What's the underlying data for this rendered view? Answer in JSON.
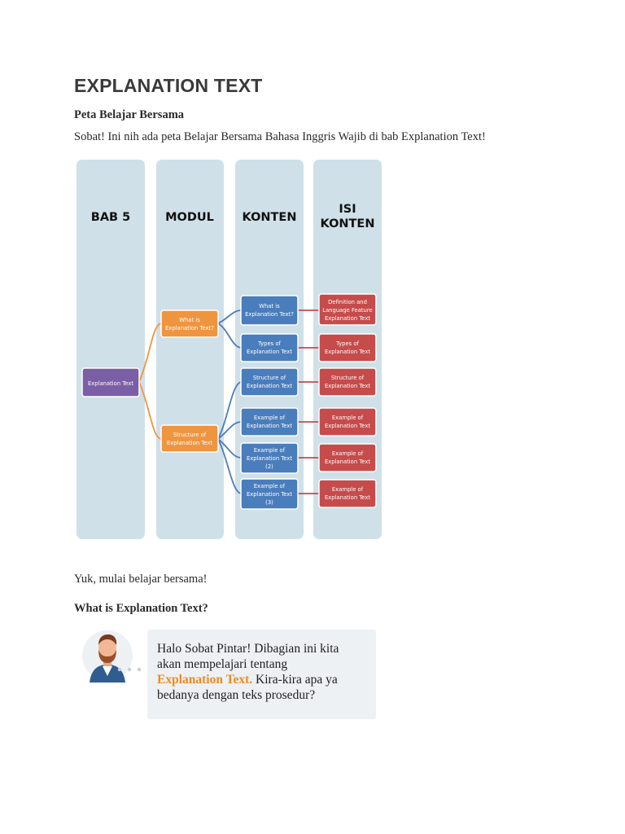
{
  "title": "EXPLANATION TEXT",
  "section1": {
    "heading": "Peta Belajar Bersama",
    "intro": "Sobat! Ini nih ada peta Belajar Bersama Bahasa Inggris Wajib di bab Explanation Text!"
  },
  "map": {
    "columns": [
      {
        "title": "BAB 5"
      },
      {
        "title": "MODUL"
      },
      {
        "title": "KONTEN"
      },
      {
        "title_line1": "ISI",
        "title_line2": "KONTEN"
      }
    ],
    "bab": {
      "label": "Explanation Text"
    },
    "modul": [
      {
        "line1": "What is",
        "line2": "Explanation Text?"
      },
      {
        "line1": "Structure of",
        "line2": "Explanation Text"
      }
    ],
    "konten": [
      {
        "line1": "What is",
        "line2": "Explanation Text?",
        "line3": ""
      },
      {
        "line1": "Types of",
        "line2": "Explanation Text",
        "line3": ""
      },
      {
        "line1": "Structure of",
        "line2": "Explanation Text",
        "line3": ""
      },
      {
        "line1": "Example of",
        "line2": "Explanation Text",
        "line3": ""
      },
      {
        "line1": "Example of",
        "line2": "Explanation Text",
        "line3": "(2)"
      },
      {
        "line1": "Example of",
        "line2": "Explanation Text",
        "line3": "(3)"
      }
    ],
    "isi": [
      {
        "line1": "Definition and",
        "line2": "Language Feature",
        "line3": "Explanation Text"
      },
      {
        "line1": "Types of",
        "line2": "Explanation Text",
        "line3": ""
      },
      {
        "line1": "Structure of",
        "line2": "Explanation Text",
        "line3": ""
      },
      {
        "line1": "Example of",
        "line2": "Explanation Text",
        "line3": ""
      },
      {
        "line1": "Example of",
        "line2": "Explanation Text",
        "line3": ""
      },
      {
        "line1": "Example of",
        "line2": "Explanation Text",
        "line3": ""
      }
    ],
    "colors": {
      "column_bg": "#cfe0e8",
      "purple": "#7b5fa6",
      "orange": "#f0953f",
      "blue": "#4a7dbc",
      "red": "#c64b4b",
      "connector_orange": "#f0953f",
      "connector_blue": "#4a7dbc",
      "connector_red": "#c64b4b"
    }
  },
  "closing": "Yuk, mulai belajar bersama!",
  "section2": {
    "heading": "What is Explanation Text?"
  },
  "chat": {
    "line1": "Halo Sobat Pintar! Dibagian ini kita",
    "line2": "akan mempelajari tentang",
    "highlight": "Explanation Text.",
    "after_highlight": " Kira-kira apa ya",
    "line4": "bedanya dengan teks prosedur?",
    "highlight_color": "#f08a1c",
    "avatar_icon": "man-avatar-icon"
  }
}
